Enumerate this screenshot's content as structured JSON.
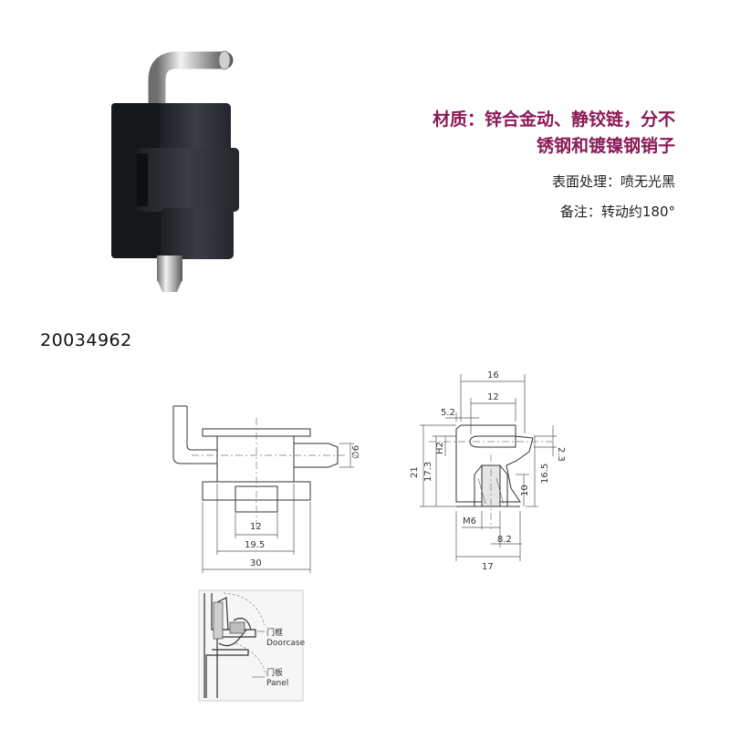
{
  "product": {
    "material_line1": "材质：锌合金动、静铰链，分不",
    "material_line2": "锈钢和镀镍钢销子",
    "surface": "表面处理：喷无光黑",
    "note": "备注：转动约180°",
    "code": "20034962"
  },
  "drawing": {
    "front": {
      "dim_12": "12",
      "dim_19_5": "19.5",
      "dim_30": "30",
      "dim_dia6": "∅6"
    },
    "side": {
      "dim_16": "16",
      "dim_12": "12",
      "dim_5_2": "5.2",
      "dim_2_3": "2.3",
      "dim_h2": "H2",
      "dim_21": "21",
      "dim_17_3": "17.3",
      "dim_16_5": "16.5",
      "dim_10": "10",
      "dim_m6": "M6",
      "dim_8_2": "8.2",
      "dim_17": "17"
    },
    "install": {
      "doorcase_cn": "门框",
      "doorcase_en": "Doorcase",
      "panel_cn": "门板",
      "panel_en": "Panel"
    }
  }
}
